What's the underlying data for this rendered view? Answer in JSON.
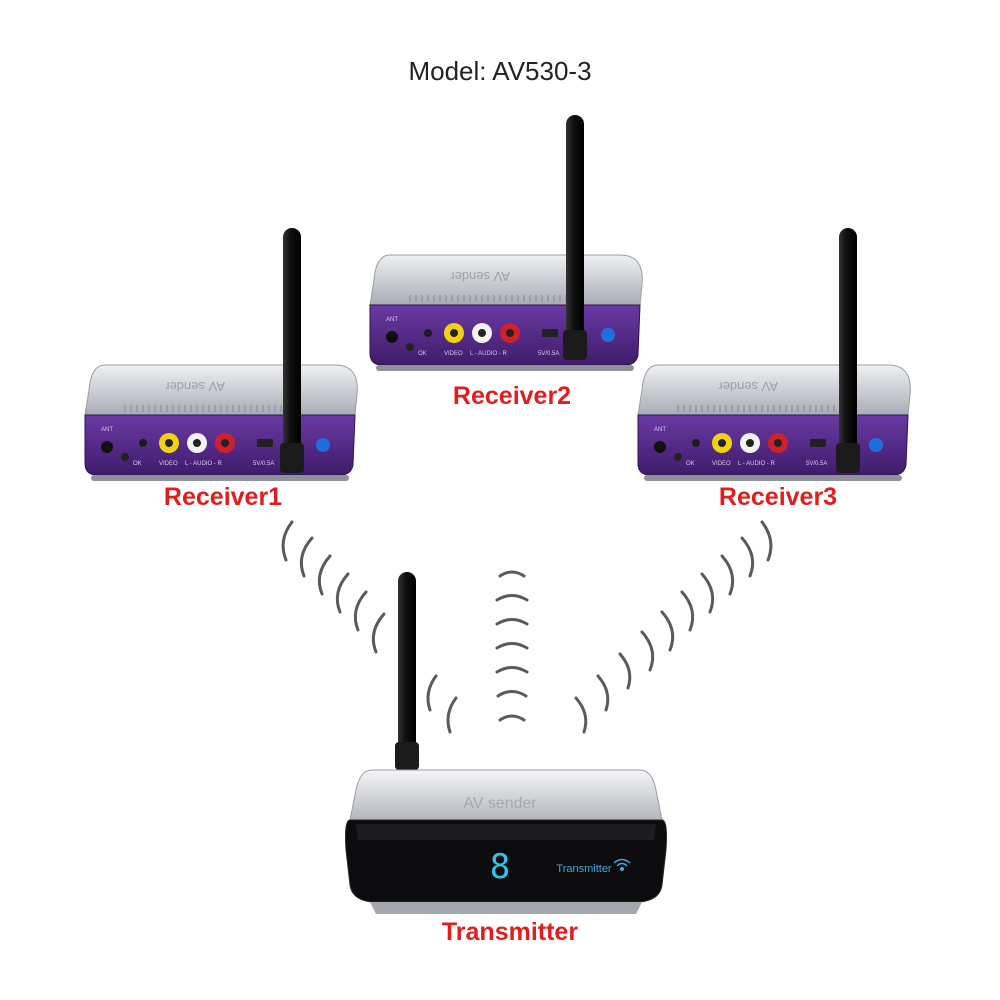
{
  "model_text": "Model: AV530-3",
  "colors": {
    "label_red": "#e01e1e",
    "device_purple": "#5b2d8e",
    "device_silver": "#c9cbd0",
    "antenna_black": "#1a1a1a",
    "display_cyan": "#2cc7e8"
  },
  "receivers": [
    {
      "label": "Receiver1"
    },
    {
      "label": "Receiver2"
    },
    {
      "label": "Receiver3"
    }
  ],
  "receiver_panel": {
    "brand": "AV sender",
    "port_labels": [
      "VIDEO",
      "L - AUDIO - R",
      "5V/0.5A",
      "OK",
      "ANT"
    ]
  },
  "transmitter": {
    "label": "Transmitter",
    "display_digit": "8",
    "panel_text": "Transmitter",
    "brand": "AV sender",
    "wifi_icon": "wifi-icon"
  }
}
